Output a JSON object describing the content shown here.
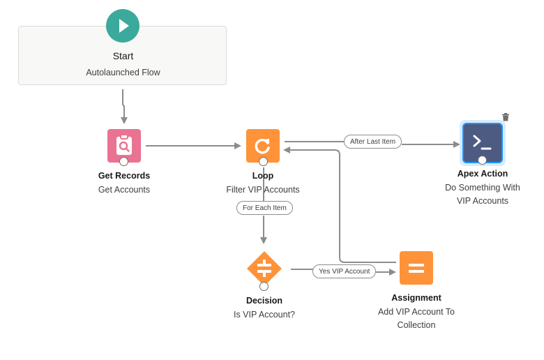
{
  "flow": {
    "start": {
      "title": "Start",
      "subtitle": "Autolaunched Flow",
      "icon": "play-icon",
      "color": "#3ba99c"
    },
    "nodes": {
      "get_records": {
        "title": "Get Records",
        "subtitle": "Get Accounts",
        "icon": "clipboard-search-icon",
        "color": "#ea7392"
      },
      "loop": {
        "title": "Loop",
        "subtitle": "Filter VIP Accounts",
        "icon": "loop-arrow-icon",
        "color": "#fe9339"
      },
      "apex_action": {
        "title": "Apex Action",
        "subtitle": "Do Something With VIP Accounts",
        "icon": "terminal-prompt-icon",
        "color": "#4d5a81",
        "selected": true
      },
      "decision": {
        "title": "Decision",
        "subtitle": "Is VIP Account?",
        "icon": "decision-branch-icon",
        "color": "#fe9339"
      },
      "assignment": {
        "title": "Assignment",
        "subtitle": "Add VIP Account To Collection",
        "icon": "equals-icon",
        "color": "#fe9339"
      }
    },
    "connectors": {
      "after_last_item": "After Last Item",
      "for_each_item": "For Each Item",
      "yes_vip_account": "Yes VIP Account"
    },
    "colors": {
      "connector": "#8c8c8c",
      "selection": "#1b96ff"
    },
    "toolbar_icons": [
      "trash-icon"
    ]
  }
}
